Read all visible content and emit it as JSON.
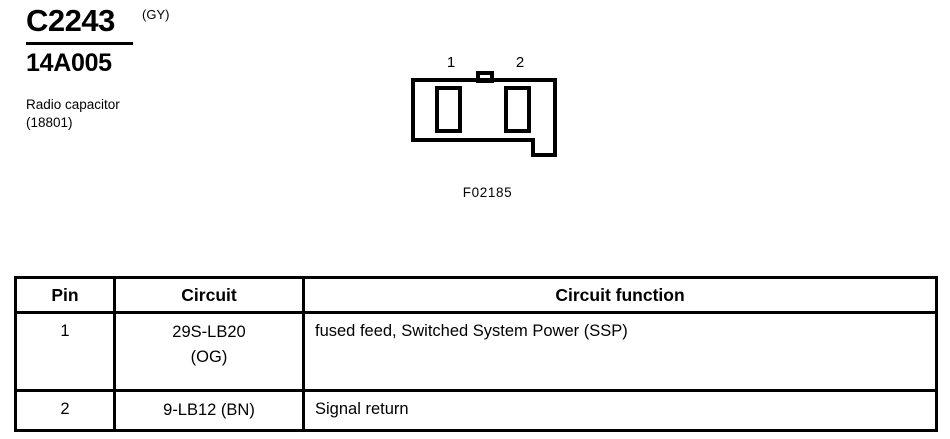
{
  "connector": {
    "code": "C2243",
    "color_code": "(GY)",
    "part_number": "14A005",
    "description_name": "Radio capacitor",
    "description_id": "(18801)",
    "figure_label": "F02185",
    "pin_labels": [
      "1",
      "2"
    ]
  },
  "table": {
    "headers": [
      "Pin",
      "Circuit",
      "Circuit function"
    ],
    "rows": [
      {
        "pin": "1",
        "circuit_line1": "29S-LB20",
        "circuit_line2": "(OG)",
        "function": "fused feed, Switched System Power (SSP)"
      },
      {
        "pin": "2",
        "circuit_line1": "9-LB12 (BN)",
        "circuit_line2": "",
        "function": "Signal return"
      }
    ]
  },
  "style": {
    "line_color": "#000000",
    "background": "#ffffff"
  }
}
